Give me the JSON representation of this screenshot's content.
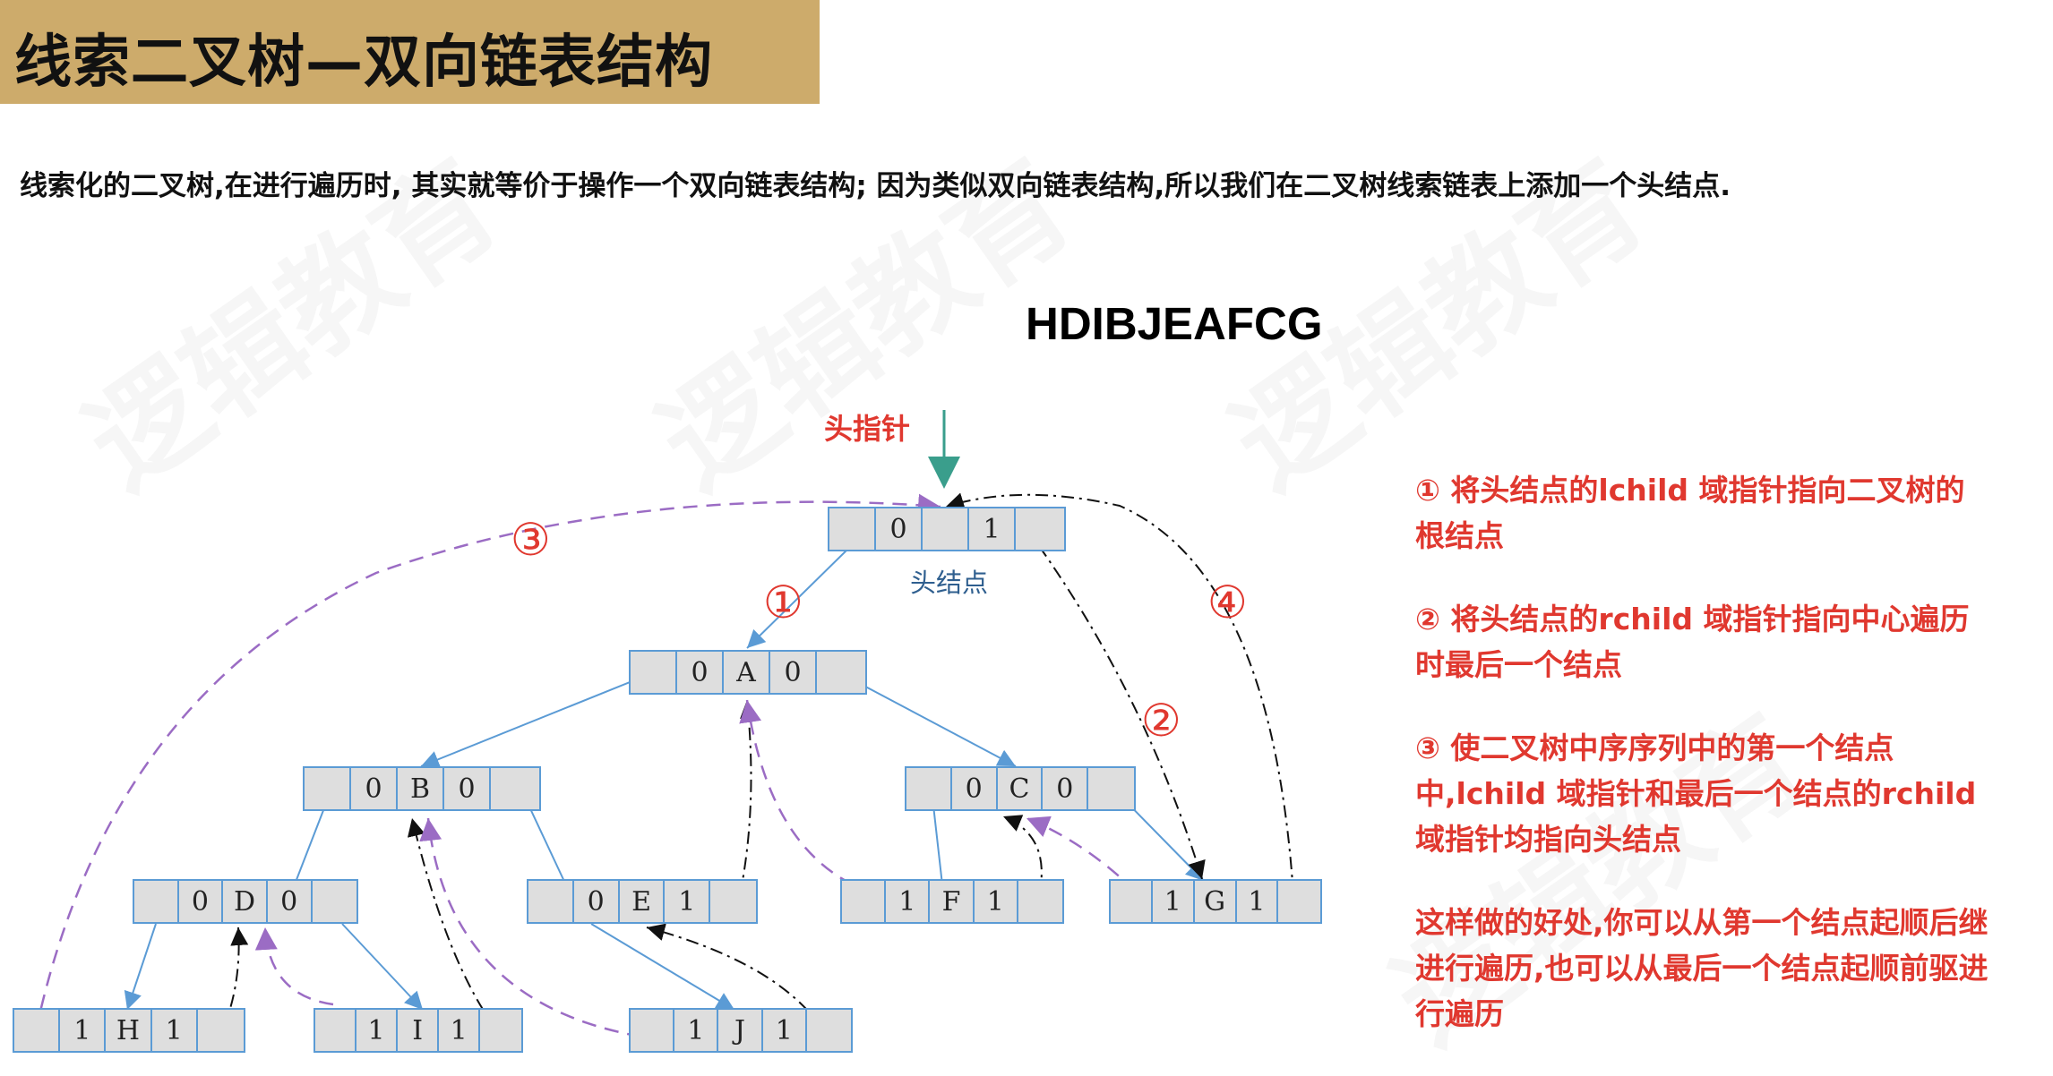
{
  "title": "线索二叉树—双向链表结构",
  "intro": "线索化的二叉树,在进行遍历时, 其实就等价于操作一个双向链表结构; 因为类似双向链表结构,所以我们在二叉树线索链表上添加一个头结点.",
  "sequence": "HDIBJEAFCG",
  "head_pointer_label": "头指针",
  "head_node_caption": "头结点",
  "nodes": [
    {
      "id": "head",
      "cells": [
        "",
        "0",
        "",
        "1",
        ""
      ]
    },
    {
      "id": "A",
      "cells": [
        "",
        "0",
        "A",
        "0",
        ""
      ]
    },
    {
      "id": "B",
      "cells": [
        "",
        "0",
        "B",
        "0",
        ""
      ]
    },
    {
      "id": "C",
      "cells": [
        "",
        "0",
        "C",
        "0",
        ""
      ]
    },
    {
      "id": "D",
      "cells": [
        "",
        "0",
        "D",
        "0",
        ""
      ]
    },
    {
      "id": "E",
      "cells": [
        "",
        "0",
        "E",
        "1",
        ""
      ]
    },
    {
      "id": "F",
      "cells": [
        "",
        "1",
        "F",
        "1",
        ""
      ]
    },
    {
      "id": "G",
      "cells": [
        "",
        "1",
        "G",
        "1",
        ""
      ]
    },
    {
      "id": "H",
      "cells": [
        "",
        "1",
        "H",
        "1",
        ""
      ]
    },
    {
      "id": "I",
      "cells": [
        "",
        "1",
        "I",
        "1",
        ""
      ]
    },
    {
      "id": "J",
      "cells": [
        "",
        "1",
        "J",
        "1",
        ""
      ]
    }
  ],
  "markers": [
    "③",
    "①",
    "④",
    "②"
  ],
  "notes": [
    "① 将头结点的lchild 域指针指向二叉树的根结点",
    "②  将头结点的rchild 域指针指向中心遍历时最后一个结点",
    "③ 使二叉树中序序列中的第一个结点中,lchild 域指针和最后一个结点的rchild 域指针均指向头结点",
    "这样做的好处,你可以从第一个结点起顺后继进行遍历,也可以从最后一个结点起顺前驱进行遍历"
  ],
  "watermark": "逻辑教育",
  "colors": {
    "accent_red": "#e0382f",
    "title_bg": "#cdab6b",
    "node_border": "#5b9bd5",
    "thread_purple": "#9b6cc4",
    "head_arrow": "#3a9e8c"
  }
}
